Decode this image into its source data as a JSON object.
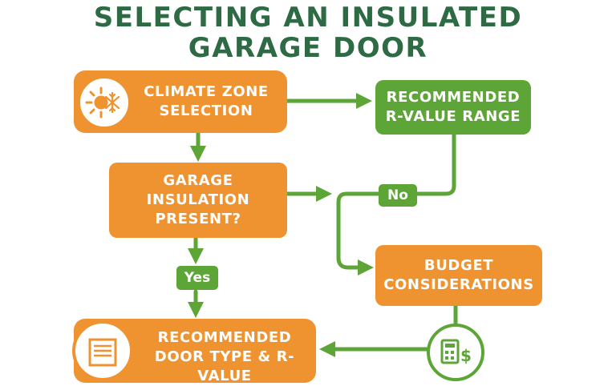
{
  "title": {
    "line1": "SELECTING AN INSULATED",
    "line2": "GARAGE DOOR"
  },
  "nodes": {
    "climate": {
      "line1": "CLIMATE ZONE",
      "line2": "SELECTION"
    },
    "rvalue": {
      "line1": "RECOMMENDED",
      "line2": "R-VALUE RANGE"
    },
    "garage": {
      "line1": "GARAGE",
      "line2": "INSULATION",
      "line3": "PRESENT?"
    },
    "budget": {
      "line1": "BUDGET",
      "line2": "CONSIDERATIONS"
    },
    "door": {
      "line1": "RECOMMENDED",
      "line2": "DOOR TYPE & R-VALUE"
    }
  },
  "labels": {
    "no": "No",
    "yes": "Yes"
  },
  "icons": {
    "climate": "sun-snowflake-icon",
    "budget": "budget-calculator-dollar-icon",
    "door": "garage-door-icon"
  },
  "colors": {
    "title": "#2e6b45",
    "orange": "#ef9331",
    "green": "#5ea537",
    "arrow": "#5ea537"
  }
}
